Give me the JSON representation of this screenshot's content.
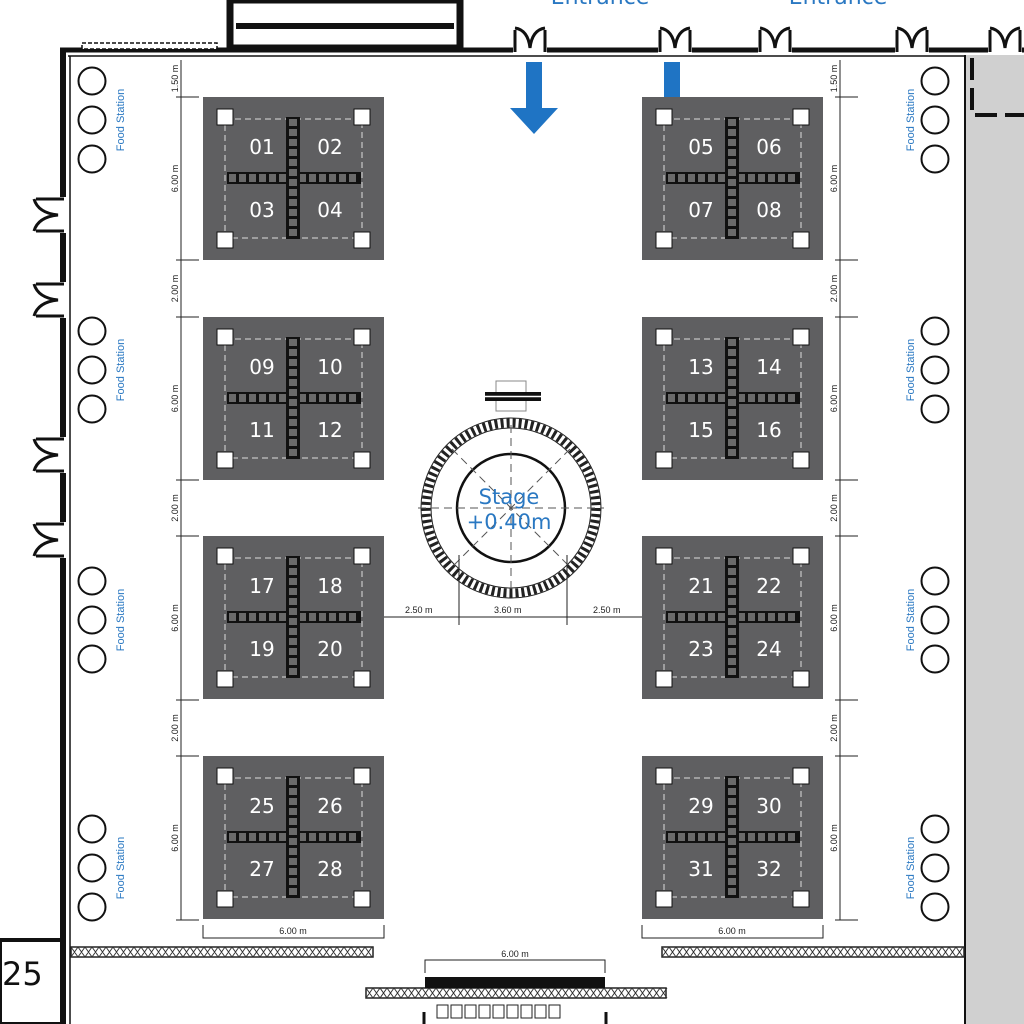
{
  "entrances": [
    "Entrance",
    "Entrance"
  ],
  "stage": {
    "label": "Stage",
    "height": "+0.40m"
  },
  "food_station_label": "Food Station",
  "tables": [
    [
      "01",
      "02",
      "03",
      "04"
    ],
    [
      "05",
      "06",
      "07",
      "08"
    ],
    [
      "09",
      "10",
      "11",
      "12"
    ],
    [
      "13",
      "14",
      "15",
      "16"
    ],
    [
      "17",
      "18",
      "19",
      "20"
    ],
    [
      "21",
      "22",
      "23",
      "24"
    ],
    [
      "25",
      "26",
      "27",
      "28"
    ],
    [
      "29",
      "30",
      "31",
      "32"
    ]
  ],
  "dimensions": {
    "top_margin": "1.50 m",
    "block": "6.00 m",
    "gap": "2.00 m",
    "stage_side": "2.50 m",
    "stage_diameter": "3.60 m",
    "block_width": "6.00 m",
    "bottom_stage": "6.00 m"
  },
  "room_number": "25",
  "colors": {
    "table_block": "#5f5f61",
    "accent_blue": "#1f74c4",
    "wall": "#111111",
    "adjacent_area": "#d0d0d0"
  }
}
